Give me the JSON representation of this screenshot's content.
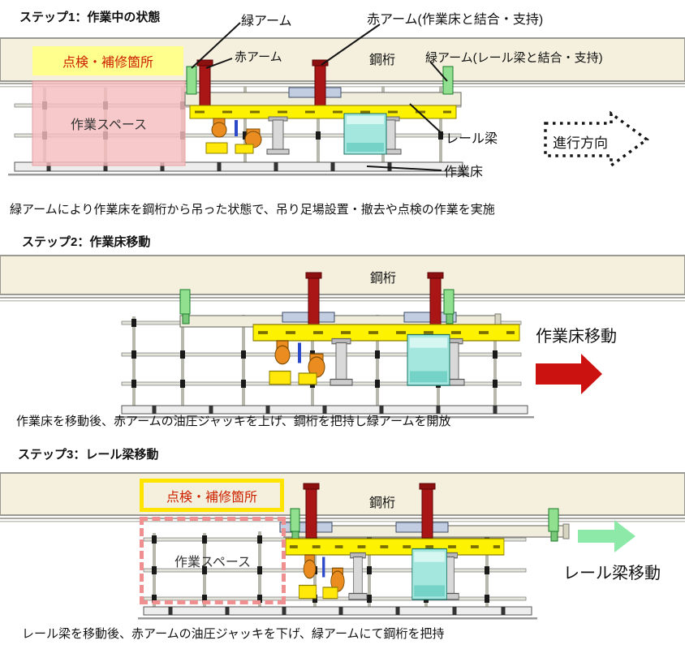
{
  "steps": [
    {
      "title": "ステップ1：作業中の状態",
      "labels": {
        "green_arm": "緑アーム",
        "red_arm_full": "赤アーム(作業床と結合・支持)",
        "inspection_area": "点検・補修箇所",
        "red_arm": "赤アーム",
        "girder": "鋼桁",
        "green_arm_full": "緑アーム(レール梁と結合・支持)",
        "work_space": "作業スペース",
        "rail_beam": "レール梁",
        "direction": "進行方向",
        "work_floor": "作業床"
      },
      "caption": "緑アームにより作業床を鋼桁から吊った状態で、吊り足場設置・撤去や点検の作業を実施"
    },
    {
      "title": "ステップ2：作業床移動",
      "labels": {
        "girder": "鋼桁",
        "move": "作業床移動"
      },
      "caption": "作業床を移動後、赤アームの油圧ジャッキを上げ、鋼桁を把持し緑アームを開放"
    },
    {
      "title": "ステップ3：レール梁移動",
      "labels": {
        "girder": "鋼桁",
        "inspection_area": "点検・補修箇所",
        "work_space": "作業スペース",
        "move": "レール梁移動"
      },
      "caption": "レール梁を移動後、赤アームの油圧ジャッキを下げ、緑アームにて鋼桁を把持"
    }
  ],
  "colors": {
    "girder_beige": "#f4f0dd",
    "highlight_yellow": "#ffff8e",
    "inspection_red": "#cc2200",
    "workspace_pink": "#f6bdbe",
    "dashed_pink": "#ef8f8f",
    "green_arm": "#90e090",
    "red_arm": "#aa1515",
    "machine_yellow": "#fdf200",
    "equipment_cyan": "#a3e7df",
    "move_arrow_red": "#cc1111",
    "move_arrow_green": "#8ce9a8"
  }
}
